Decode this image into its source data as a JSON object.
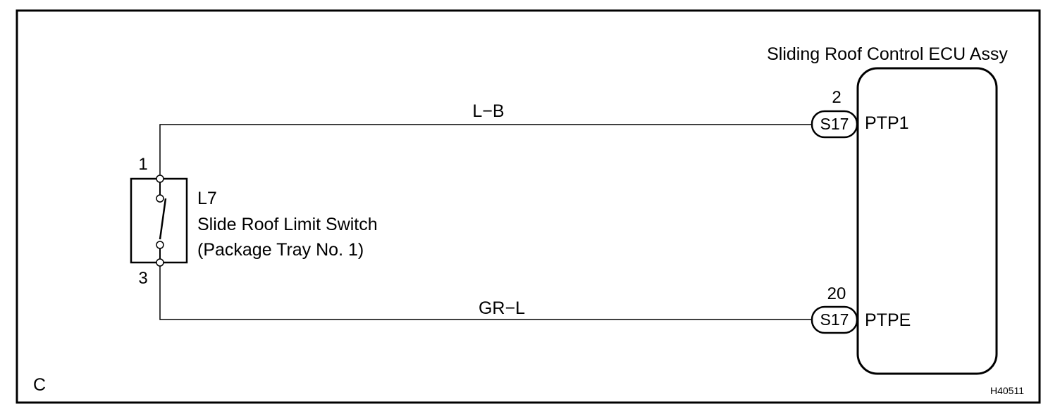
{
  "diagram": {
    "ecu": {
      "title": "Sliding Roof Control ECU Assy",
      "terminals": {
        "top": "PTP1",
        "bottom": "PTPE"
      }
    },
    "connectors": {
      "top": {
        "pin": "2",
        "code": "S17"
      },
      "bottom": {
        "pin": "20",
        "code": "S17"
      }
    },
    "wires": {
      "top": "L−B",
      "bottom": "GR−L"
    },
    "switch": {
      "code": "L7",
      "name": "Slide Roof Limit Switch",
      "location": "(Package Tray No. 1)",
      "pins": {
        "top": "1",
        "bottom": "3"
      }
    },
    "corner_letter": "C",
    "figure_code": "H40511"
  }
}
